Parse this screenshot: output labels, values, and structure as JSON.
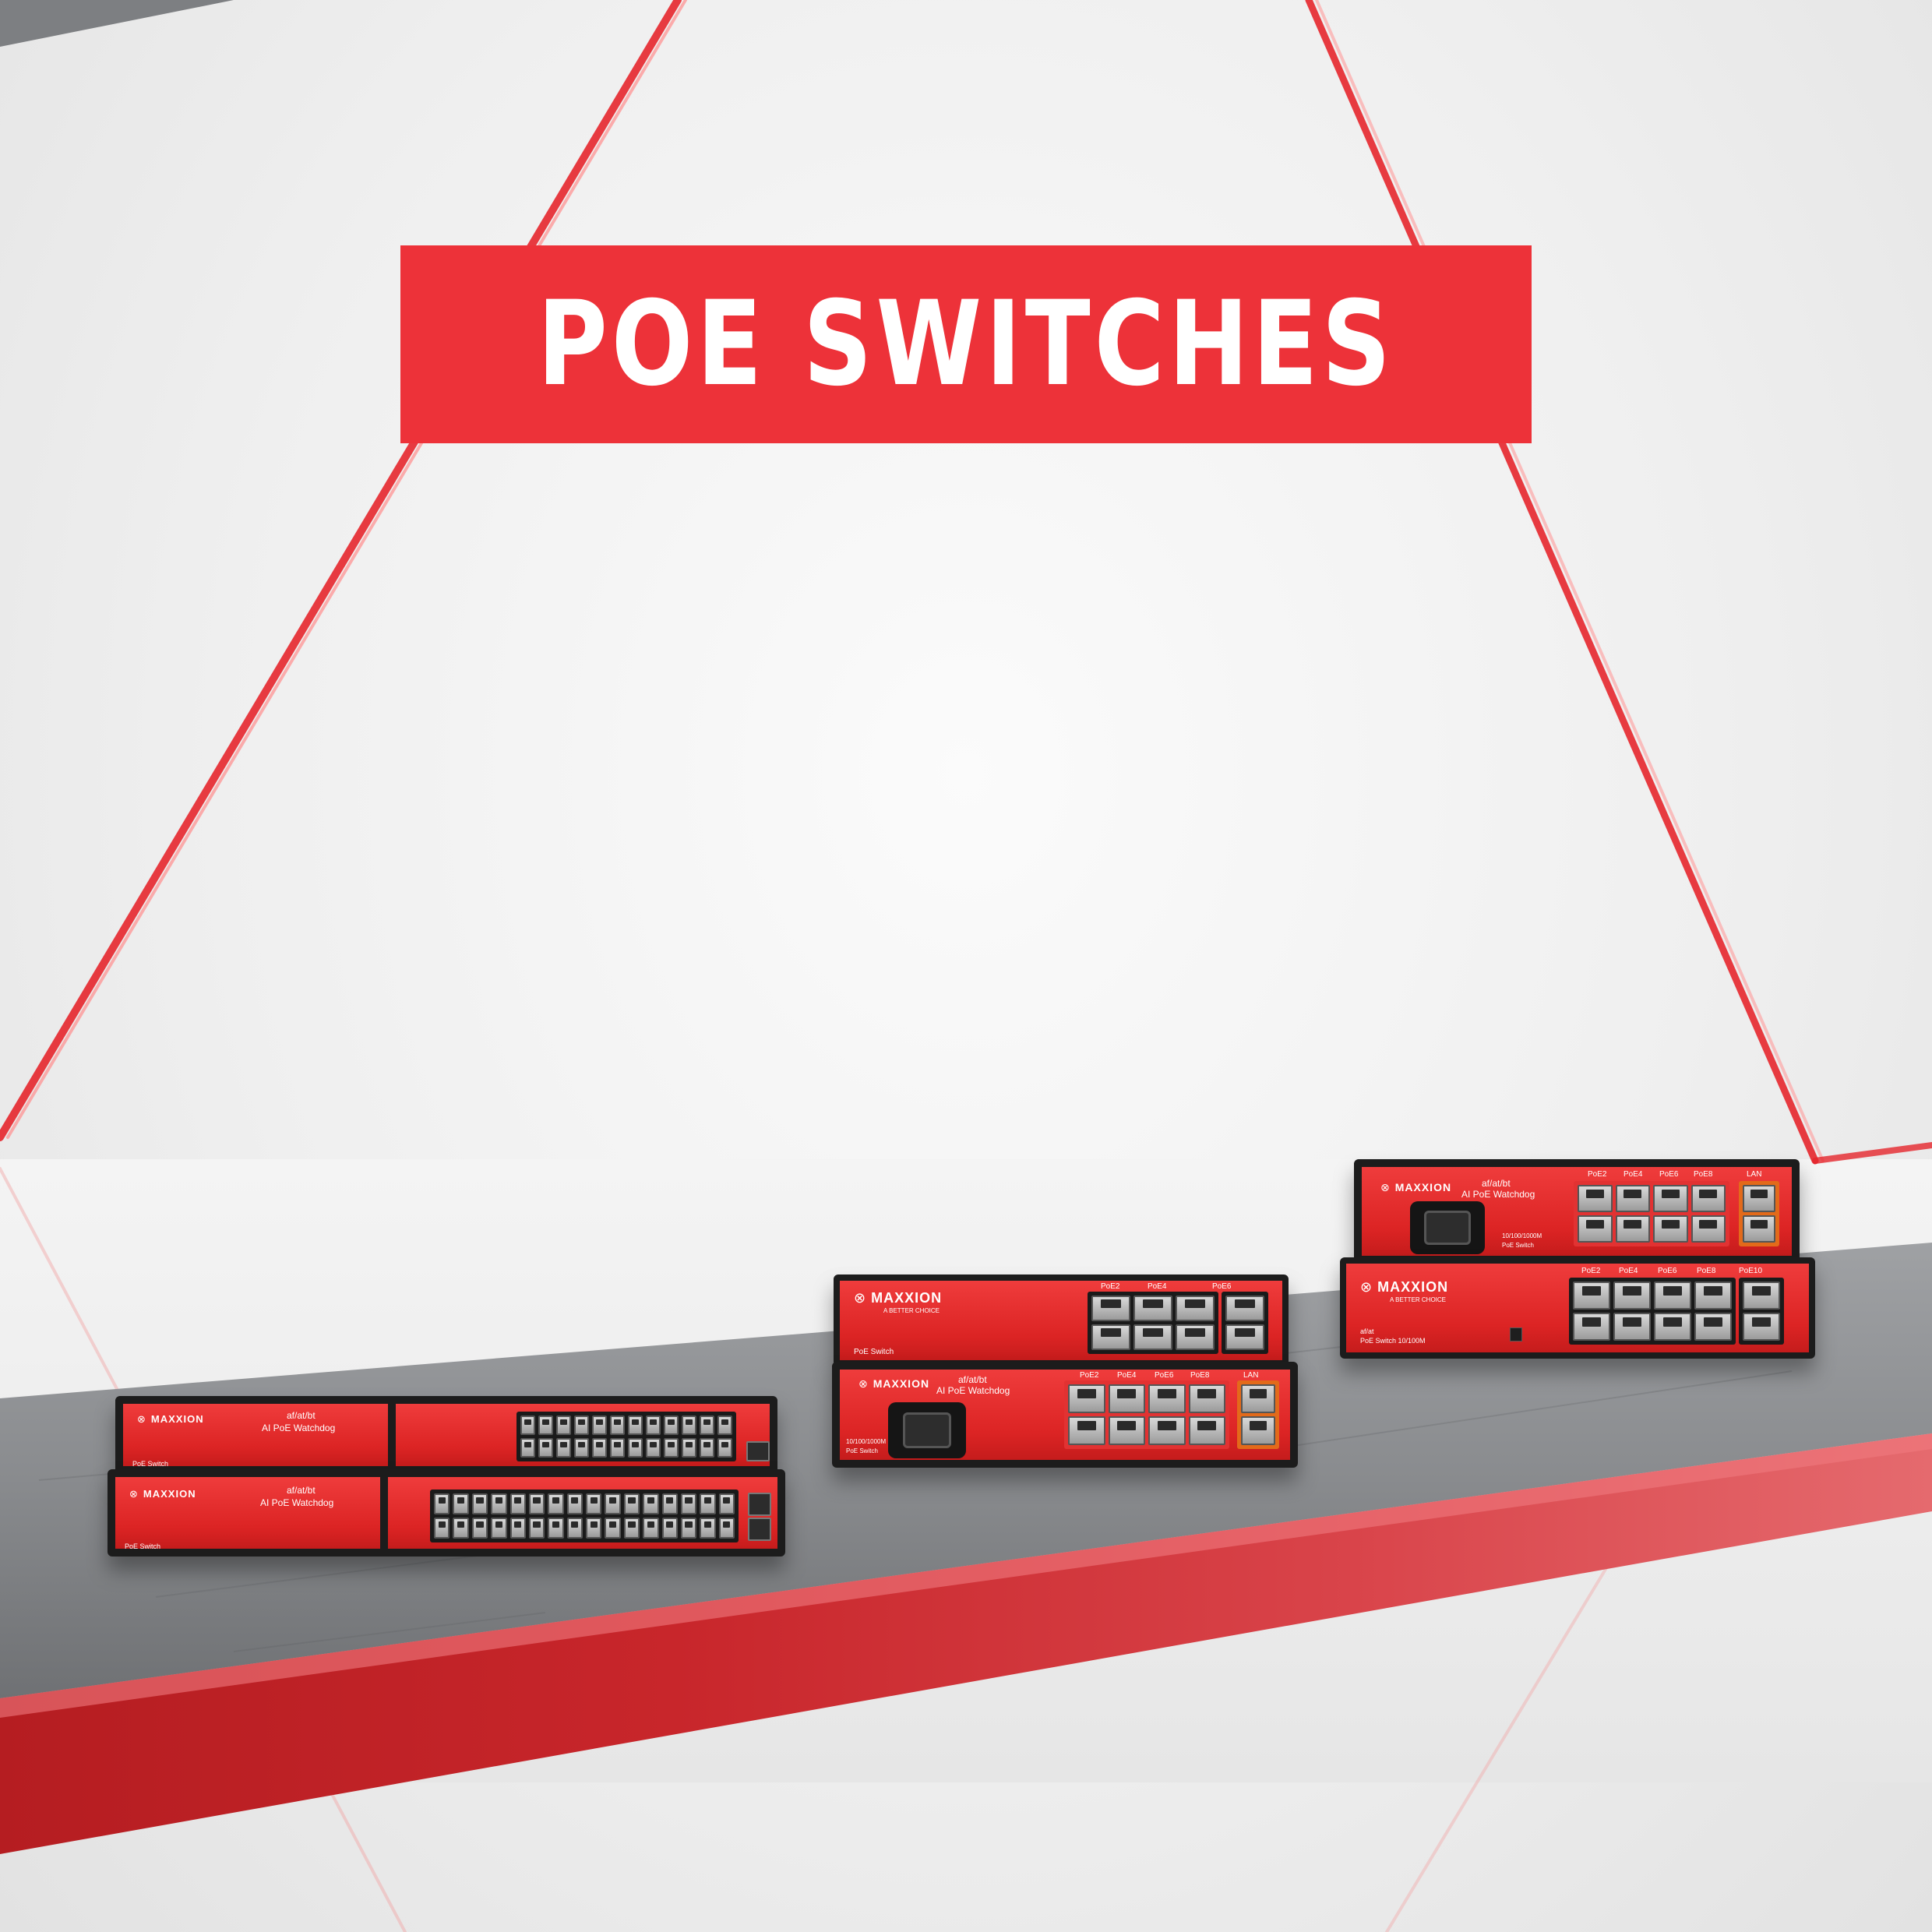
{
  "banner": {
    "title": "POE SWITCHES",
    "background_color": "#ed3239",
    "text_color": "#ffffff"
  },
  "colors": {
    "accent_red": "#e5262c",
    "device_red": "#e13030",
    "device_frame": "#1c1c1c",
    "shelf_gray": "#8d8f92"
  },
  "devices": [
    {
      "id": "switch-24-port-top",
      "brand": "MAXXION",
      "logo_icon": "maxxion-logo-icon",
      "standard": "af/at/bt",
      "feature": "AI PoE Watchdog",
      "type": "PoE Switch"
    },
    {
      "id": "switch-24-port-bottom",
      "brand": "MAXXION",
      "logo_icon": "maxxion-logo-icon",
      "standard": "af/at/bt",
      "feature": "AI PoE Watchdog",
      "type": "PoE Switch"
    },
    {
      "id": "switch-8-port-compact",
      "brand": "MAXXION",
      "tagline": "A BETTER CHOICE",
      "logo_icon": "maxxion-logo-icon",
      "type": "PoE Switch",
      "port_labels": [
        "PoE2",
        "PoE4",
        "PoE6"
      ]
    },
    {
      "id": "switch-8-port-watchdog",
      "brand": "MAXXION",
      "logo_icon": "maxxion-logo-icon",
      "standard": "af/at/bt",
      "feature": "AI PoE Watchdog",
      "speed": "10/100/1000M",
      "type": "PoE Switch",
      "port_labels": [
        "PoE2",
        "PoE4",
        "PoE6",
        "PoE8",
        "LAN"
      ]
    },
    {
      "id": "switch-8-port-right-top",
      "brand": "MAXXION",
      "logo_icon": "maxxion-logo-icon",
      "standard": "af/at/bt",
      "feature": "AI PoE Watchdog",
      "speed": "10/100/1000M",
      "type": "PoE Switch",
      "port_labels": [
        "PoE2",
        "PoE4",
        "PoE6",
        "PoE8",
        "LAN"
      ]
    },
    {
      "id": "switch-10-port-right-bottom",
      "brand": "MAXXION",
      "tagline": "A BETTER CHOICE",
      "logo_icon": "maxxion-logo-icon",
      "standard": "af/at",
      "type": "PoE Switch 10/100M",
      "port_labels": [
        "PoE2",
        "PoE4",
        "PoE6",
        "PoE8",
        "PoE10"
      ]
    }
  ]
}
